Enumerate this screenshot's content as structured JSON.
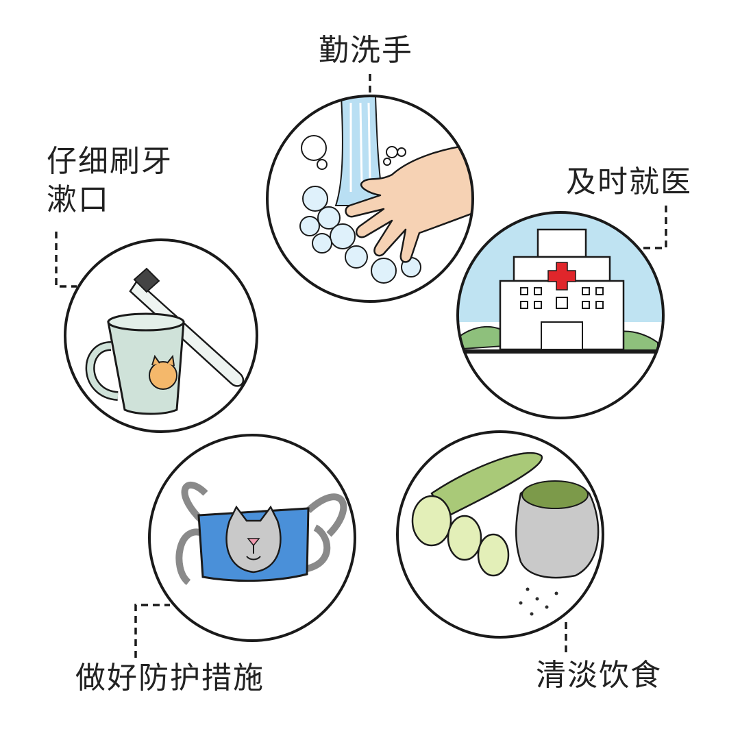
{
  "items": [
    {
      "id": "handwash",
      "label": "勤洗手",
      "illustration": "hand-washing-icon"
    },
    {
      "id": "teeth",
      "label_lines": [
        "仔细刷牙",
        "漱口"
      ],
      "illustration": "toothbrush-cup-icon"
    },
    {
      "id": "doctor",
      "label": "及时就医",
      "illustration": "hospital-icon"
    },
    {
      "id": "protect",
      "label": "做好防护措施",
      "illustration": "face-mask-icon"
    },
    {
      "id": "diet",
      "label": "清淡饮食",
      "illustration": "cucumber-grain-bag-icon"
    }
  ],
  "colors": {
    "outline": "#1a1a1a",
    "water": "#b9dff3",
    "skin": "#f6d2b4",
    "sky": "#bfe3f2",
    "red_cross": "#e0262b",
    "mask_blue": "#4a90d9",
    "cucumber": "#a9c978",
    "grain": "#7c9a4a"
  }
}
